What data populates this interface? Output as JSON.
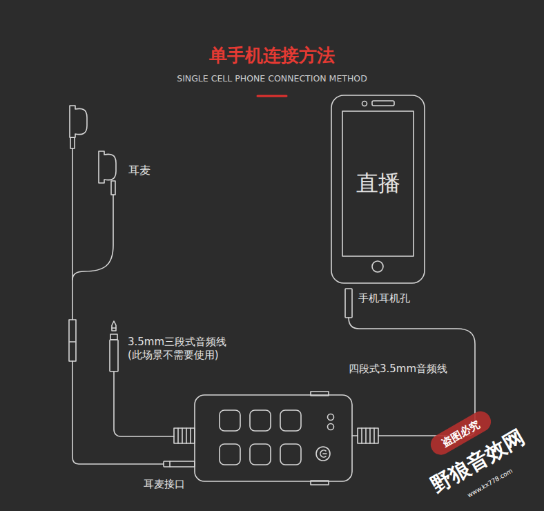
{
  "diagram": {
    "title": "单手机连接方法",
    "nodes": [
      {
        "text": [
          "直播"
        ]
      }
    ],
    "labels": [
      "SINGLE CELL PHONE CONNECTION METHOD",
      "耳麦",
      "3.5mm三段式音频线 (此场景不需要使用)",
      "手机耳机孔",
      "四段式3.5mm音频线",
      "耳麦接口",
      "盗图必究",
      "野狼音效网",
      "www.kx778.com"
    ]
  }
}
